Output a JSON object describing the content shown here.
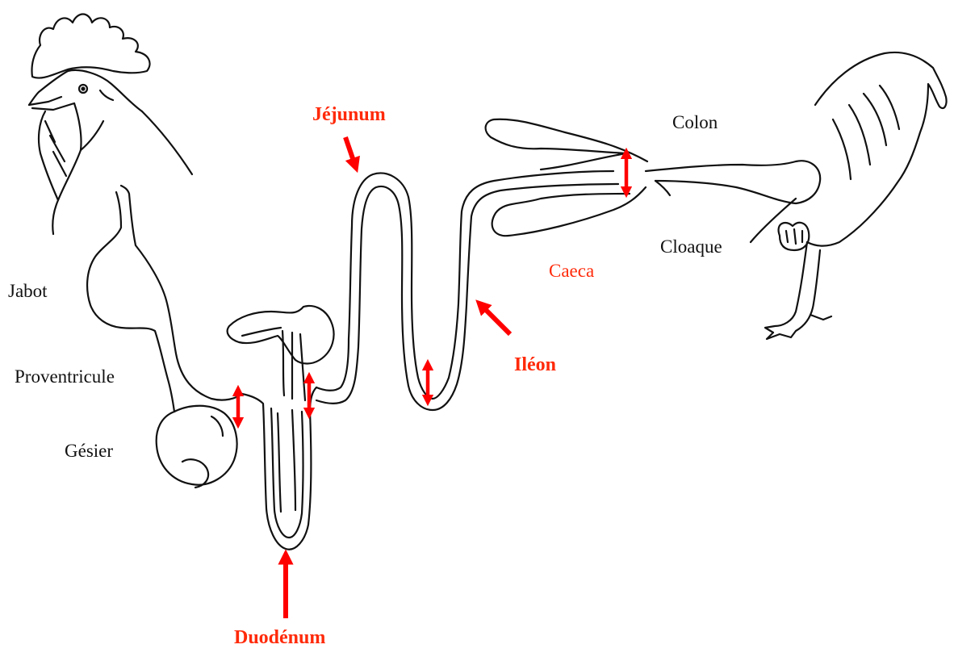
{
  "labels": {
    "jabot": "Jabot",
    "proventricule": "Proventricule",
    "gesier": "Gésier",
    "duodenum": "Duodénum",
    "jejunum": "Jéjunum",
    "ileon": "Iléon",
    "caeca": "Caeca",
    "colon": "Colon",
    "cloaque": "Cloaque"
  },
  "colors": {
    "outline": "#111111",
    "highlight": "#ff2a0a",
    "arrow": "#ff0000"
  },
  "icons": {
    "segment_arrow": "straight-arrow",
    "boundary_marker": "double-headed-arrow"
  }
}
